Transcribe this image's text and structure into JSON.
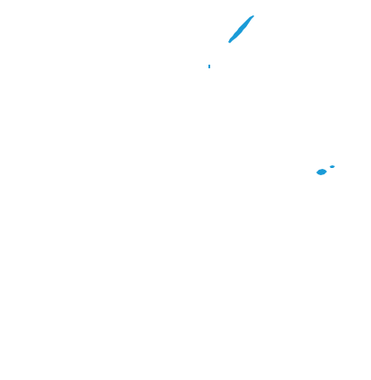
{
  "map": {
    "background_color": "#ffffff",
    "water_color": "#1a9bd7",
    "features": [
      {
        "kind": "lake",
        "shape": "elongated"
      },
      {
        "kind": "lake",
        "shape": "dot"
      },
      {
        "kind": "lake",
        "shape": "blob"
      },
      {
        "kind": "lake",
        "shape": "dot"
      }
    ]
  }
}
